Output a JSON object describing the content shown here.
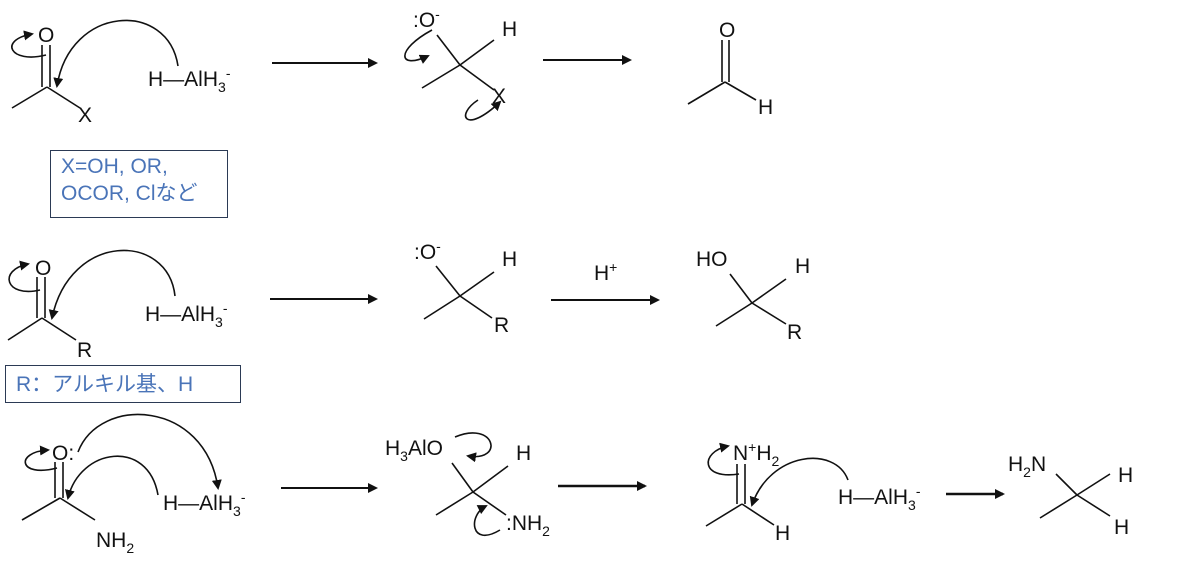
{
  "colors": {
    "ink": "#111111",
    "note_text": "#4a74b8",
    "note_border": "#2b3a55"
  },
  "atoms": {
    "O": "O",
    "X": "X",
    "H": "H",
    "R": "R",
    "Alkoxide_O": ":O",
    "minus": "-",
    "amide_O": "O:",
    "HO": "HO",
    "N": "N",
    "NH": "NH",
    "sub2": "2",
    "sub3": "3",
    "Al": "Al",
    "H3": "H",
    "AlO": "AlO",
    "N_plus": "+",
    "colon_NH": ":NH"
  },
  "hydride": {
    "H": "H",
    "bond": "—",
    "AlH": "AlH",
    "sub": "3",
    "charge": "-"
  },
  "proton": {
    "H": "H",
    "charge": "+"
  },
  "notes": {
    "row1_line1": "X=OH, OR,",
    "row1_line2": "OCOR, Clなど",
    "row2": "R：アルキル基、H"
  }
}
